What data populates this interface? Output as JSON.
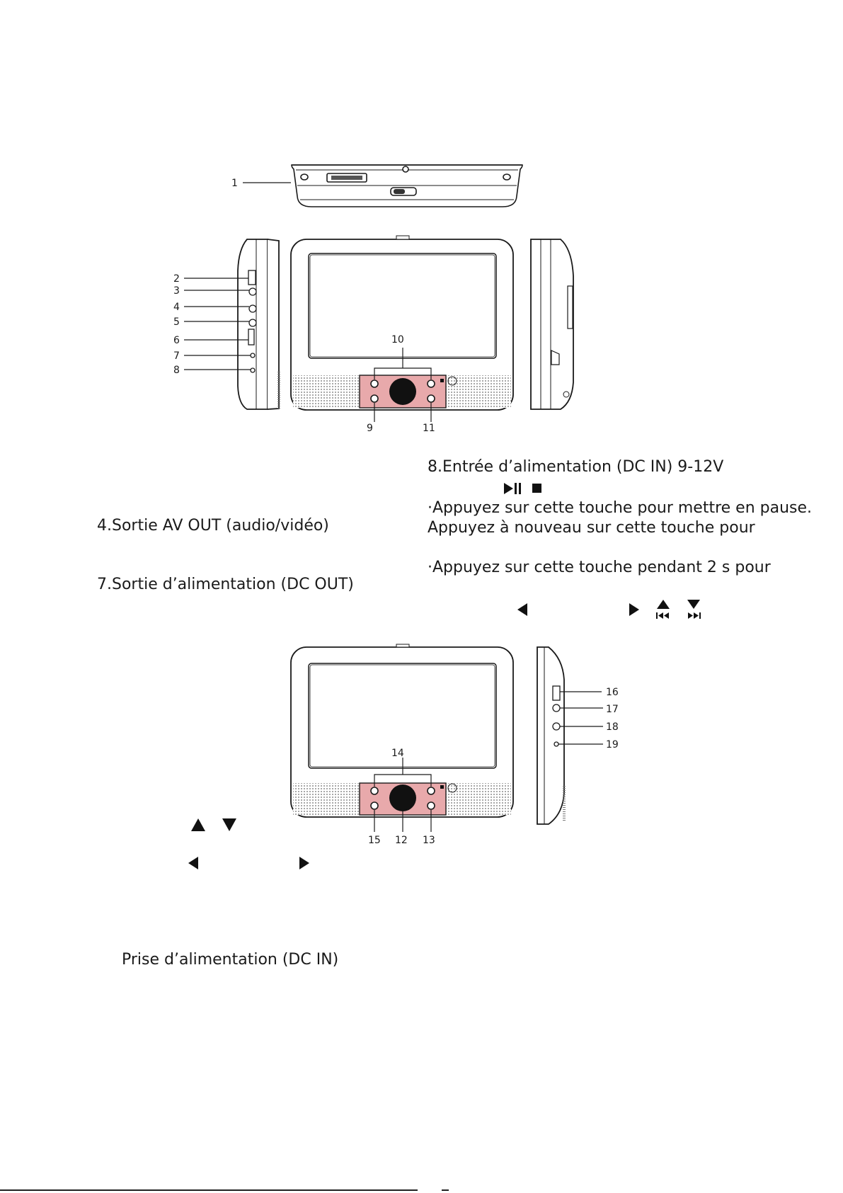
{
  "top_view": {
    "callouts": [
      "1"
    ]
  },
  "front_view_1": {
    "callouts": [
      "2",
      "3",
      "4",
      "5",
      "6",
      "7",
      "8",
      "9",
      "10",
      "11"
    ]
  },
  "front_view_2": {
    "callouts": [
      "12",
      "13",
      "14",
      "15",
      "16",
      "17",
      "18",
      "19"
    ]
  },
  "text": {
    "item8": "8.Entrée d’alimentation (DC IN) 9-12V",
    "item4": "4.Sortie AV OUT (audio/vidéo)",
    "pause_line": "·Appuyez sur cette touche pour mettre en pause.",
    "again_line": "Appuyez à nouveau sur cette touche pour",
    "stop_line": "·Appuyez sur cette touche pendant 2 s pour",
    "item7": "7.Sortie d’alimentation (DC OUT)",
    "power_jack": "Prise d’alimentation (DC IN)"
  },
  "icons": [
    "play-pause-icon",
    "stop-icon",
    "left-arrow-icon",
    "right-arrow-icon",
    "up-prev-icon",
    "down-next-icon",
    "up-arrow-icon",
    "down-arrow-icon"
  ],
  "colors": {
    "control_panel": "#e8a9ab",
    "line": "#1a1a1a"
  }
}
